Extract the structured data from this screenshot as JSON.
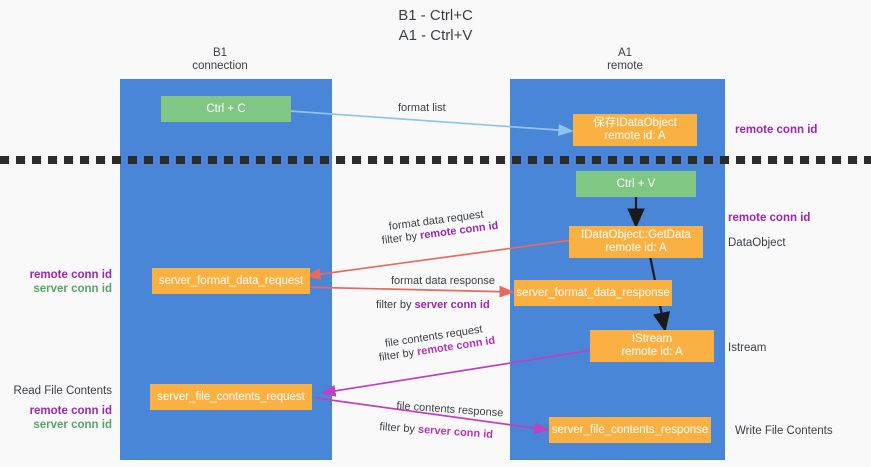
{
  "title": {
    "line1": "B1 - Ctrl+C",
    "line2": "A1 - Ctrl+V"
  },
  "columns": [
    {
      "name": "B1",
      "sub": "connection"
    },
    {
      "name": "A1",
      "sub": "remote"
    }
  ],
  "nodes": {
    "ctrl_c": "Ctrl + C",
    "save_idataobject_l1": "保存IDataObject",
    "save_idataobject_l2": "remote id: A",
    "ctrl_v": "Ctrl + V",
    "getdata_l1": "IDataObject::GetData",
    "getdata_l2": "remote id: A",
    "server_format_data_request": "server_format_data_request",
    "server_format_data_response": "server_format_data_response",
    "istream_l1": "IStream",
    "istream_l2": "remote id: A",
    "server_file_contents_request": "server_file_contents_request",
    "server_file_contents_response": "server_file_contents_response"
  },
  "annotations": {
    "right_remote_conn_id_top": "remote conn id",
    "right_remote_conn_id_mid": "remote conn id",
    "right_dataobject": "DataObject",
    "right_istream": "Istream",
    "right_write_file_contents": "Write File Contents",
    "left_remote_conn_id_mid": "remote conn id",
    "left_server_conn_id_mid": "server conn id",
    "left_read_file_contents": "Read File Contents",
    "left_remote_conn_id_bottom": "remote conn id",
    "left_server_conn_id_bottom": "server conn id"
  },
  "edges": {
    "format_list": "format list",
    "format_data_request": "format data request",
    "format_data_request_filter_prefix": "filter by ",
    "format_data_request_filter_value": "remote conn id",
    "format_data_response": "format data response",
    "format_data_response_filter_prefix": "filter by ",
    "format_data_response_filter_value": "server conn id",
    "file_contents_request": "file contents request",
    "file_contents_request_filter_prefix": "filter by ",
    "file_contents_request_filter_value": "remote conn id",
    "file_contents_response": "file contents response",
    "file_contents_response_filter_prefix": "filter by ",
    "file_contents_response_filter_value": "server conn id"
  },
  "colors": {
    "lane": "#4a86d8",
    "green_node": "#81c784",
    "orange_node": "#fbb042",
    "purple_text": "#9c27b0",
    "green_text": "#5aa469",
    "arrow_light_blue": "#8ec5ee",
    "arrow_red": "#e8695f",
    "arrow_magenta": "#c040c0",
    "arrow_black": "#1a1a1a",
    "divider": "#2b2b2b",
    "background": "#f9f9fa"
  }
}
